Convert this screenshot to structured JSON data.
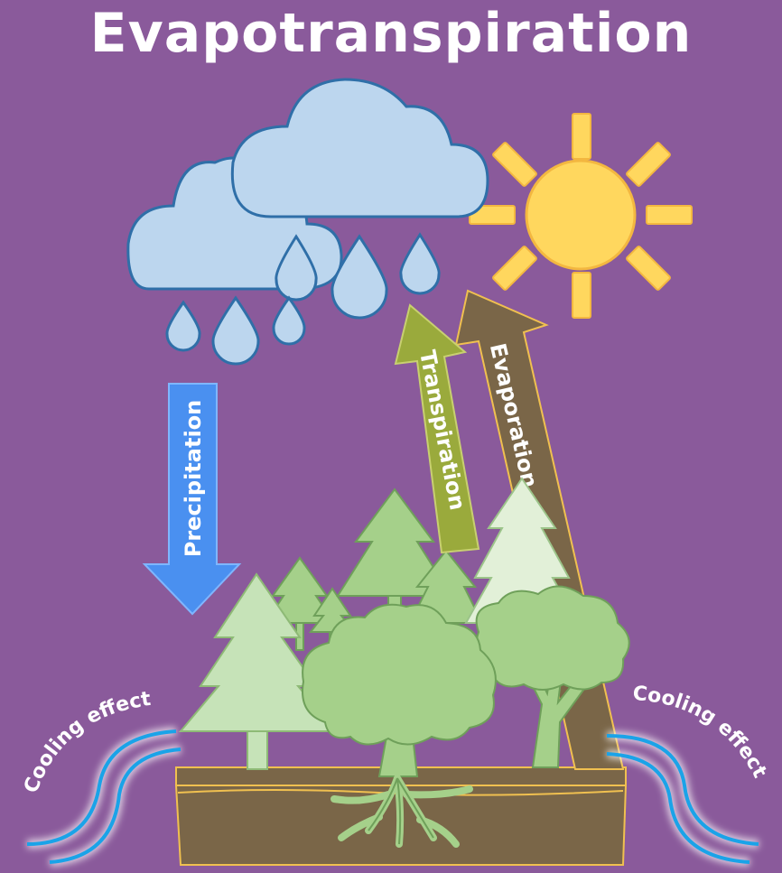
{
  "title": "Evapotranspiration",
  "labels": {
    "precipitation": "Precipitation",
    "transpiration": "Transpiration",
    "evaporation": "Evaporation",
    "cooling_left": "Cooling effect",
    "cooling_right": "Cooling effect"
  },
  "colors": {
    "background": "#8a5a9b",
    "cloud": "#bcd6ee",
    "cloud_outline": "#2f6fa8",
    "sun": "#ffd75e",
    "precipitation_arrow": "#4a90f0",
    "transpiration_arrow": "#9aaa3c",
    "evaporation_arrow": "#7a6648",
    "soil": "#7a6648",
    "trees_light": "#c6e3b8",
    "trees_mid": "#a5d08a",
    "cooling_wave": "#1aa3e8"
  }
}
